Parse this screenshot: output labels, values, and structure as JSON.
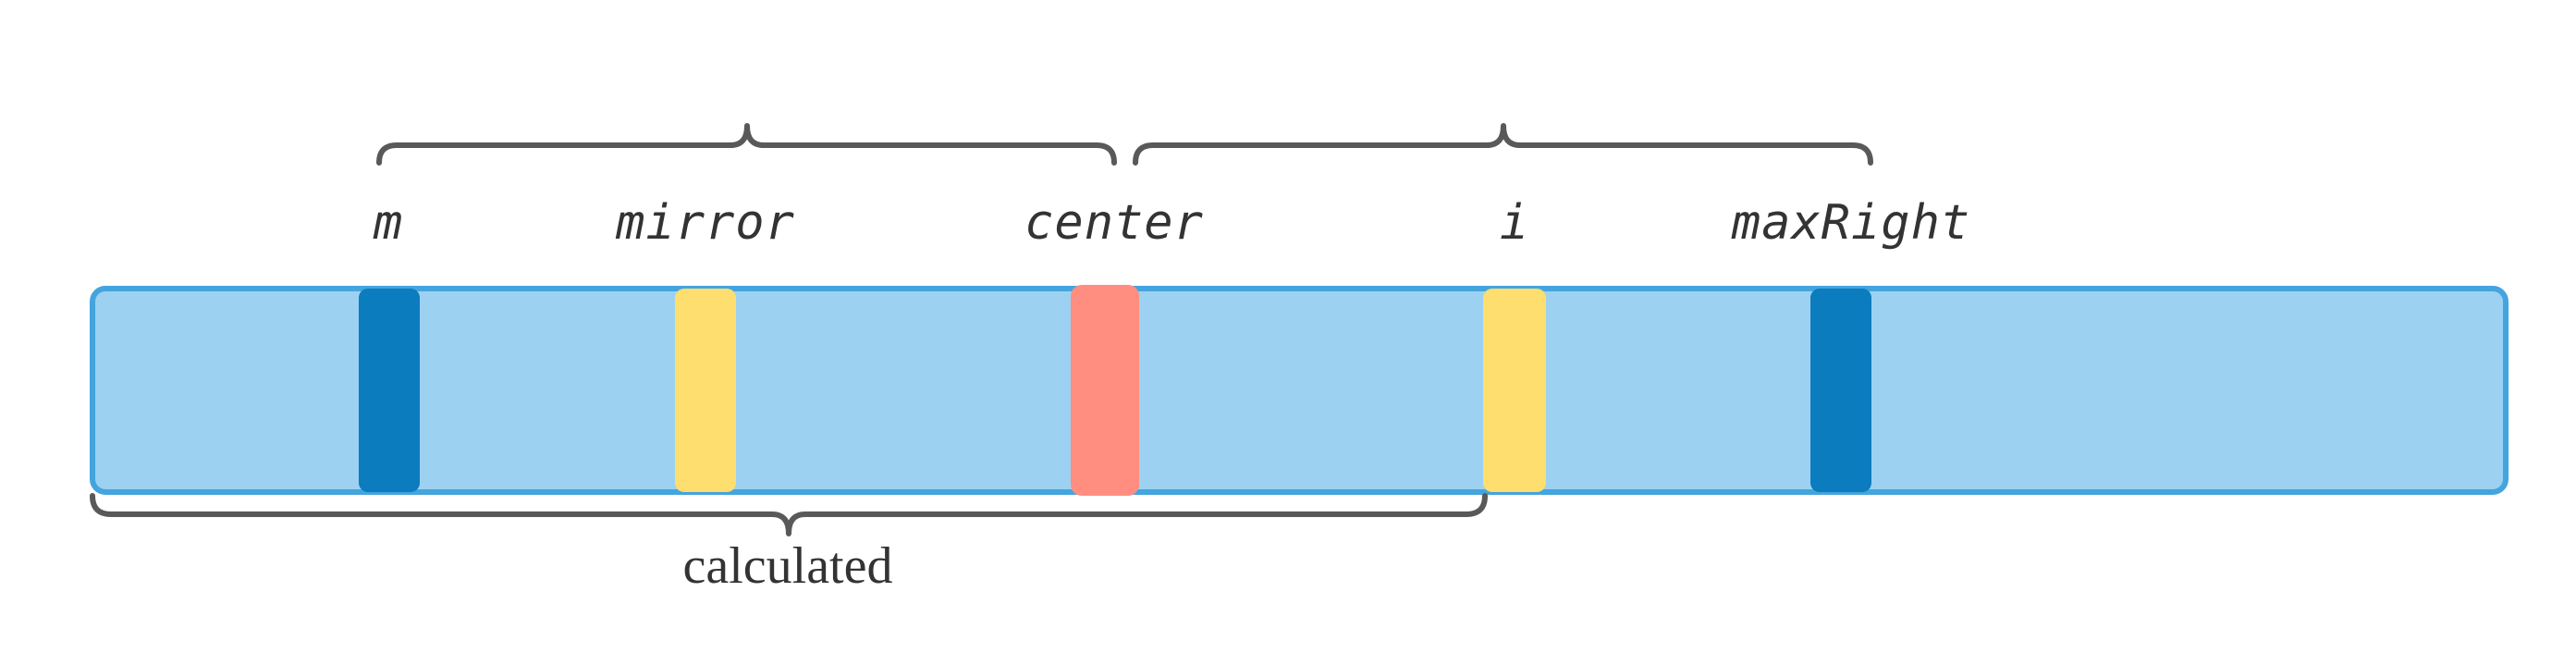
{
  "diagram": {
    "labels": {
      "m": "m",
      "mirror": "mirror",
      "center": "center",
      "i": "i",
      "max_right": "maxRight"
    },
    "caption": "calculated"
  },
  "colors": {
    "array_fill": "#9dd1f1",
    "array_border": "#44a4dd",
    "boundary_marker": "#0b7cbe",
    "mirror_marker": "#fdde6e",
    "center_marker": "#ff8e80",
    "brace": "#595959",
    "text": "#333333"
  }
}
